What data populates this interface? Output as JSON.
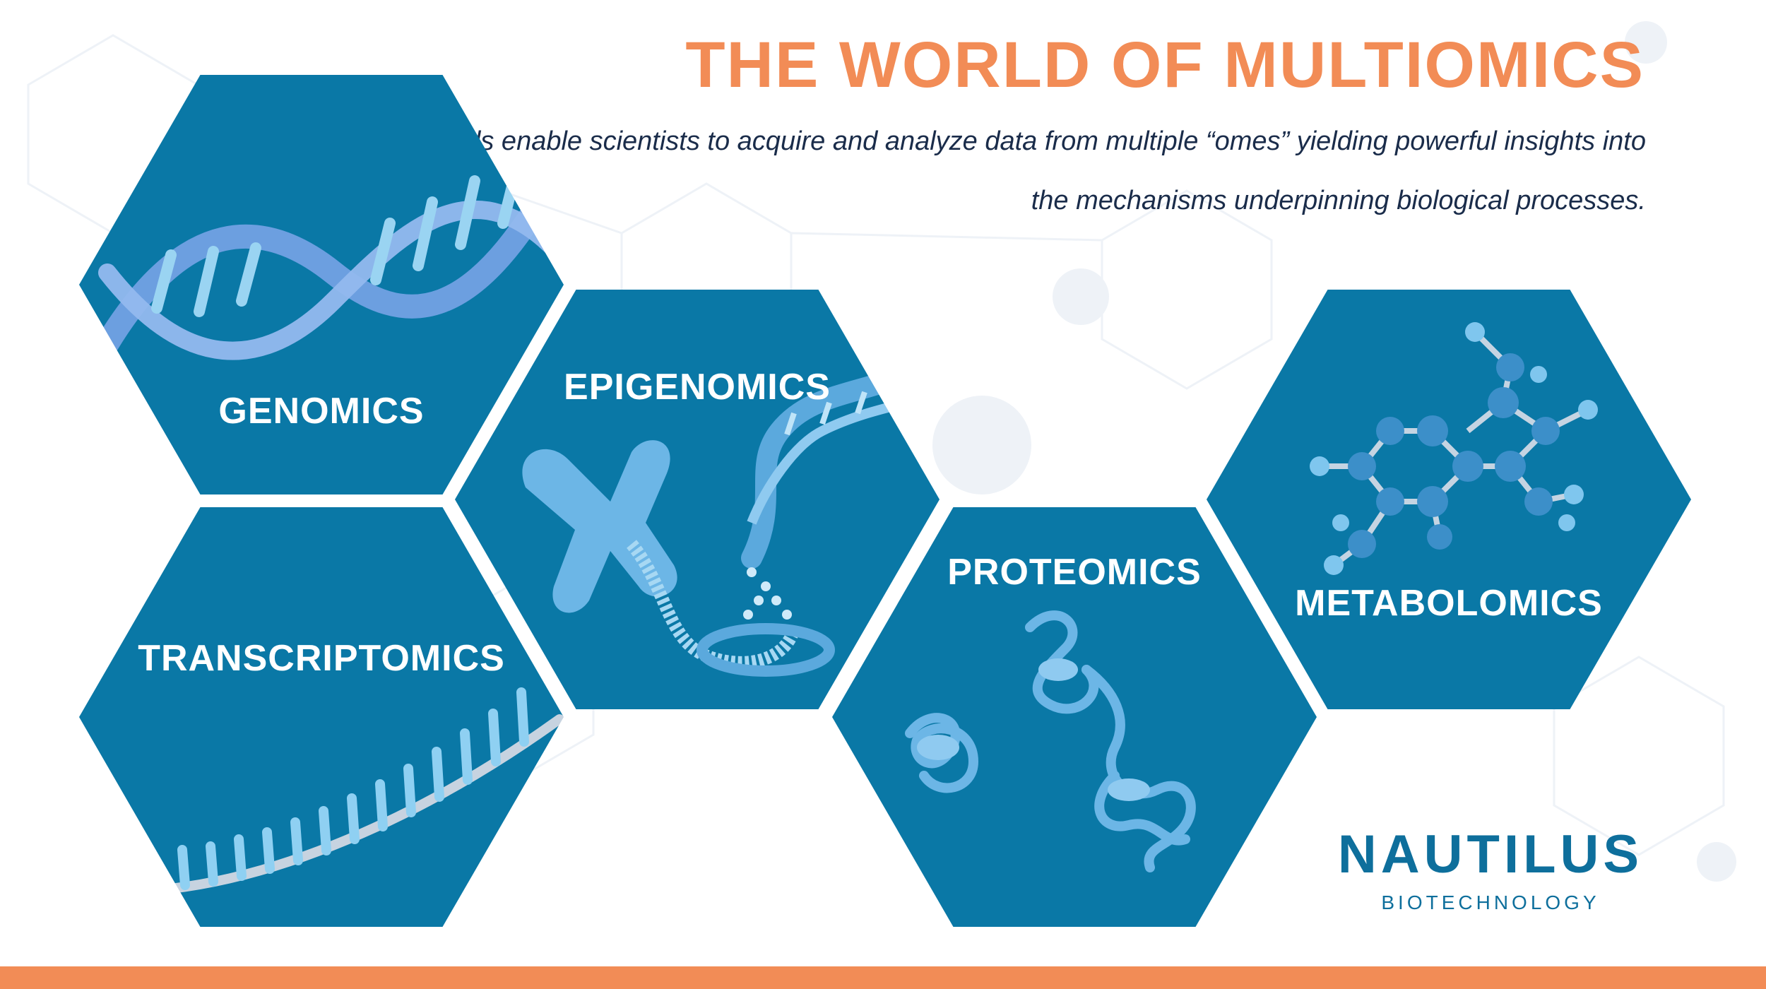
{
  "header": {
    "title": "THE WORLD OF MULTIOMICS",
    "subtitle": "New tools enable scientists to acquire and analyze data from multiple “omes” yielding powerful insights into the mechanisms underpinning biological processes."
  },
  "hexagons": [
    {
      "label": "GENOMICS",
      "icon": "dna-double-helix"
    },
    {
      "label": "EPIGENOMICS",
      "icon": "chromosome-unwinding-dna"
    },
    {
      "label": "TRANSCRIPTOMICS",
      "icon": "rna-strand"
    },
    {
      "label": "PROTEOMICS",
      "icon": "protein-ribbon-structures"
    },
    {
      "label": "METABOLOMICS",
      "icon": "ball-and-stick-molecule"
    }
  ],
  "logo": {
    "name": "NAUTILUS",
    "tagline": "BIOTECHNOLOGY"
  },
  "colors": {
    "accent": "#f28c56",
    "hex_fill": "#0a78a6",
    "text_dark": "#1a2c4a",
    "logo": "#0e6f9c"
  }
}
